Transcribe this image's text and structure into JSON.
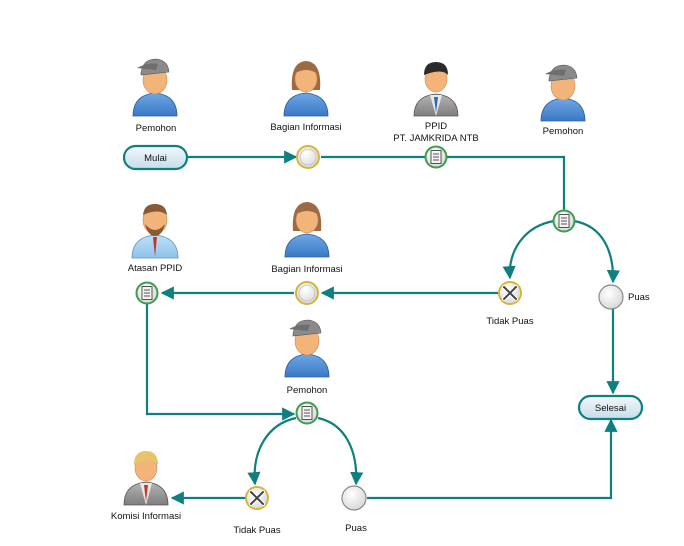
{
  "actors": {
    "pemohon_1": "Pemohon",
    "bagian_informasi_1": "Bagian Informasi",
    "ppid_line1": "PPID",
    "ppid_line2": "PT. JAMKRIDA NTB",
    "pemohon_2": "Pemohon",
    "atasan_ppid": "Atasan PPID",
    "bagian_informasi_2": "Bagian Informasi",
    "pemohon_3": "Pemohon",
    "komisi_informasi": "Komisi Informasi"
  },
  "terminals": {
    "start": "Mulai",
    "end": "Selesai"
  },
  "outcomes": {
    "tidak_puas_1": "Tidak Puas",
    "puas_1": "Puas",
    "tidak_puas_2": "Tidak Puas",
    "puas_2": "Puas"
  },
  "colors": {
    "flow": "#0f7f7f",
    "terminal_fill": "#dbe9f3",
    "terminal_stroke": "#0f7f7f",
    "node_ring": "#3a9e4a",
    "node_ring_warn": "#d4b43a",
    "node_fill": "#eeeeee"
  }
}
